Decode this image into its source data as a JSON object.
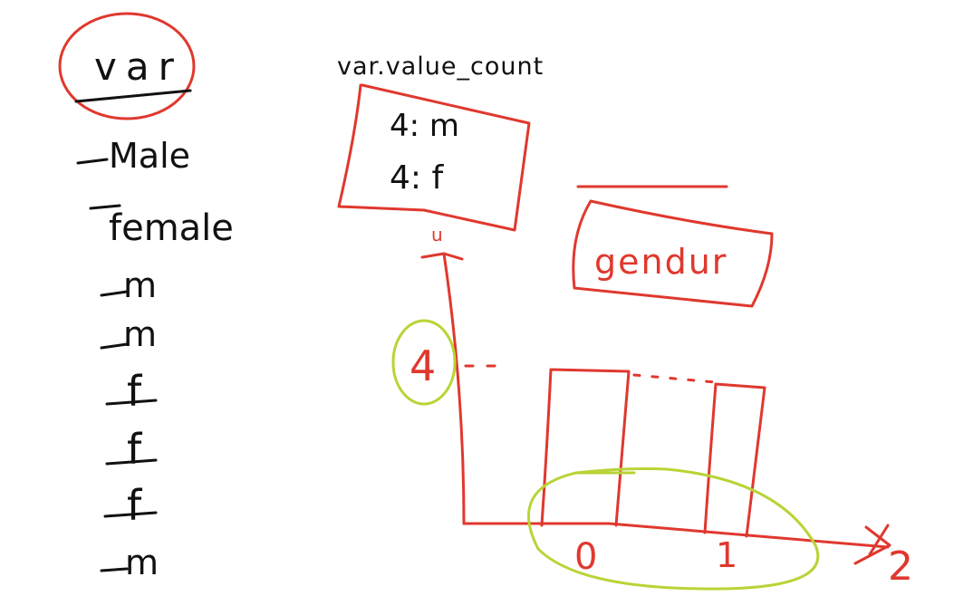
{
  "colors": {
    "background": "#ffffff",
    "black_ink": "#111111",
    "red_ink": "#e0382e",
    "green_ink": "#b8d436"
  },
  "header": {
    "variable": "var",
    "method": "var.value_count"
  },
  "data_list": {
    "items": [
      "Male",
      "female",
      "m",
      "m",
      "f",
      "f",
      "f",
      "m"
    ]
  },
  "counts_box": {
    "lines": [
      "4: m",
      "4: f"
    ]
  },
  "title_box": {
    "text": "gendur"
  },
  "chart": {
    "y_tick": "4",
    "y_top": "u",
    "x_ticks": [
      "0",
      "1"
    ],
    "x_end": "2"
  }
}
